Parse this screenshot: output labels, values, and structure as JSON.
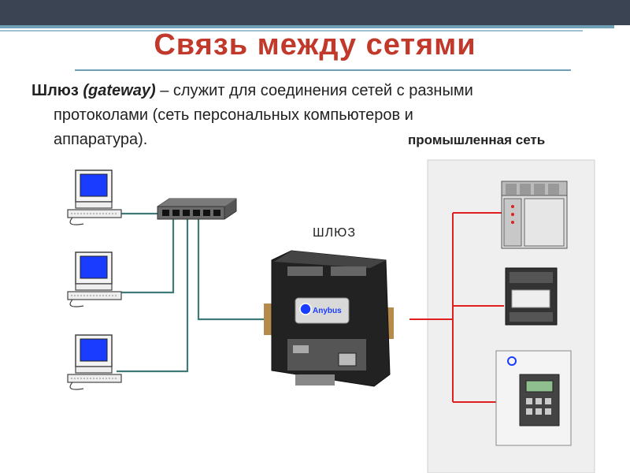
{
  "slide": {
    "title": "Связь между сетями",
    "term": "Шлюз",
    "term_en": "(gateway)",
    "line1_rest": " – служит для соединения сетей с разными",
    "line2": "протоколами (сеть персональных компьютеров и",
    "line3": "аппаратура).",
    "industrial_label": "промышленная сеть",
    "gateway_label": "ШЛЮЗ",
    "gateway_brand": "Anybus"
  },
  "colors": {
    "title": "#c0392b",
    "pc_wire": "#3f7a78",
    "industrial_wire": "#e02020",
    "screen": "#1a3cff",
    "header_bar": "#3a4452",
    "accent": "#6fa0b5"
  }
}
